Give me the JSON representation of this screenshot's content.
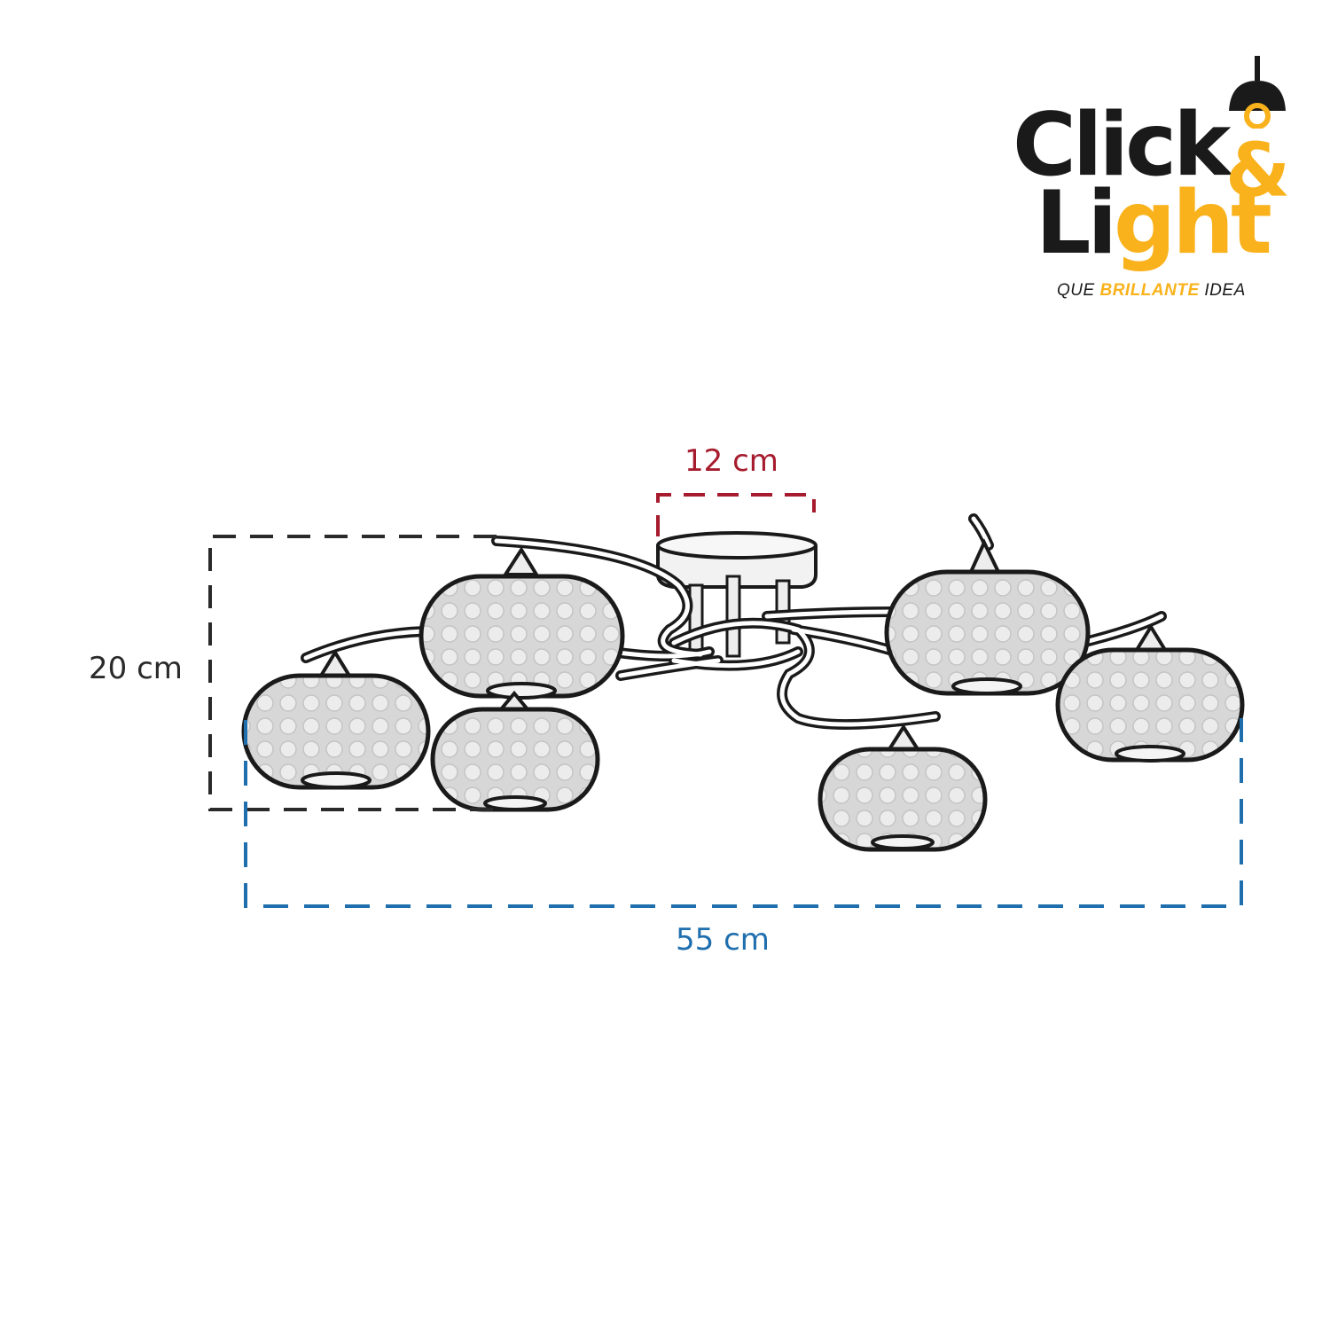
{
  "brand": {
    "word1": "Click",
    "amp": "&",
    "word2_black": "Li",
    "word2_yellow": "ght",
    "slogan_pre": "QUE",
    "slogan_highlight": "BRILLANTE",
    "slogan_post": "IDEA",
    "colors": {
      "black": "#1a1a1a",
      "yellow": "#f9b21b"
    }
  },
  "dimensions": {
    "top": "12 cm",
    "left": "20 cm",
    "bottom": "55 cm",
    "colors": {
      "top": "#a61c2e",
      "left": "#2a2a2a",
      "bottom": "#1f6fae"
    }
  }
}
